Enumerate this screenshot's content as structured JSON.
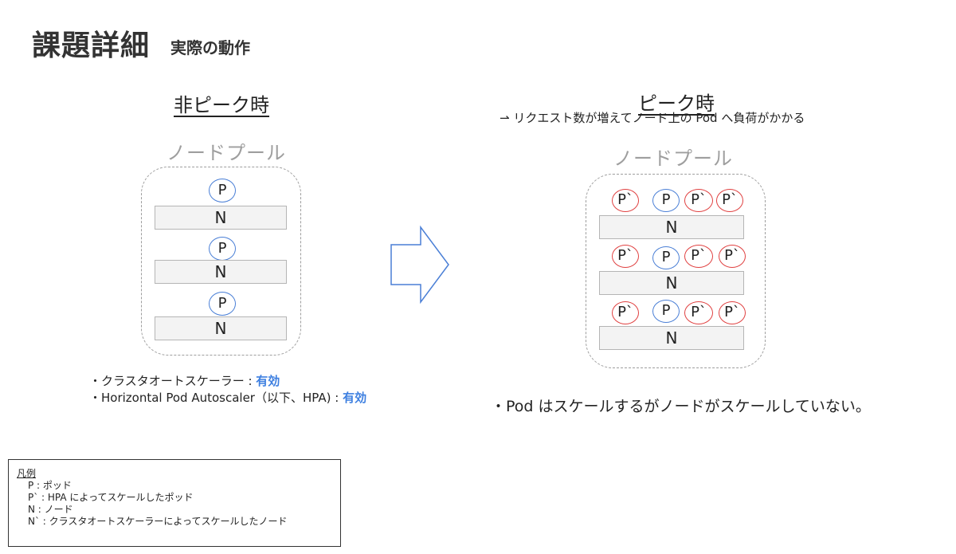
{
  "header": {
    "title": "課題詳細",
    "subtitle": "実際の動作"
  },
  "left": {
    "heading": "非ピーク時",
    "pool_label": "ノードプール",
    "node_label": "N",
    "pod_label": "P",
    "bullets": [
      {
        "text": "・クラスタオートスケーラー : ",
        "status": "有効"
      },
      {
        "text": "・Horizontal Pod Autoscaler（以下、HPA) : ",
        "status": "有効"
      }
    ]
  },
  "right": {
    "heading": "ピーク時",
    "note": "⇀ リクエスト数が増えてノード上の Pod へ負荷がかかる",
    "pool_label": "ノードプール",
    "node_label": "N",
    "pod_label": "P",
    "scaled_pod_label": "P`",
    "bullet": "・Pod はスケールするがノードがスケールしていない。"
  },
  "legend": {
    "title": "凡例",
    "items": [
      "P : ポッド",
      "P` : HPA によってスケールしたポッド",
      "N : ノード",
      "N` : クラスタオートスケーラーによってスケールしたノード"
    ]
  },
  "colors": {
    "normal_pod": "#4a7fd6",
    "scaled_pod": "#e04040",
    "enabled": "#3d7fe0",
    "pool_border": "#9e9e9e"
  },
  "icons": {
    "transition": "right-arrow-icon"
  }
}
